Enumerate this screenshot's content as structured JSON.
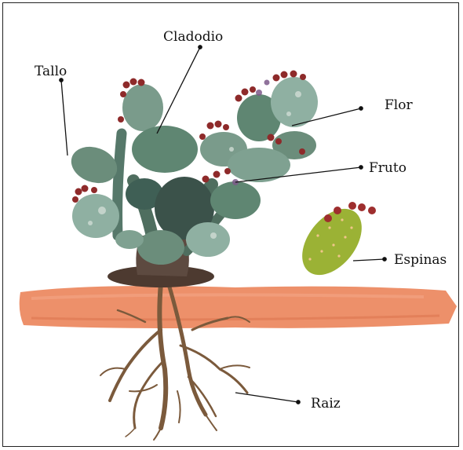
{
  "labels": {
    "tallo": "Tallo",
    "cladodio": "Cladodio",
    "flor": "Flor",
    "fruto": "Fruto",
    "espinas": "Espinas",
    "raiz": "Raiz"
  },
  "colors": {
    "pad_main": "#5f8672",
    "pad_dark": "#3f5f55",
    "pad_light": "#8fb0a2",
    "soil": "#ec8a62",
    "root": "#7b5a3c",
    "fruit": "#8e2a2a",
    "detached_pad": "#9bb235",
    "leader": "#111111"
  }
}
